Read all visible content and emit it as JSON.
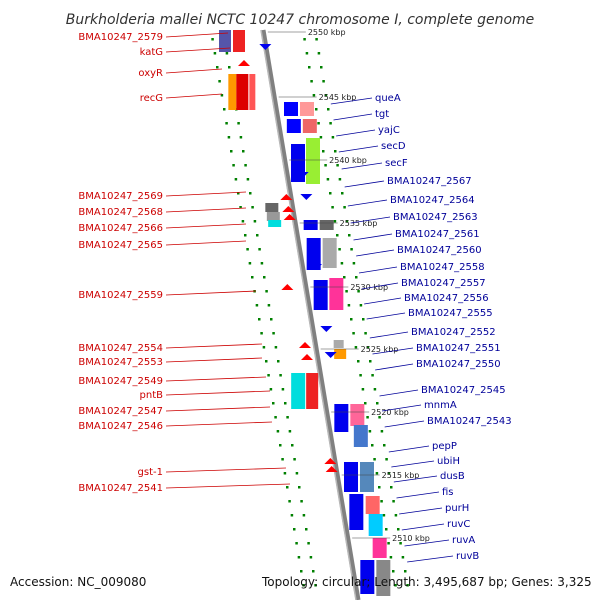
{
  "title": "Burkholderia mallei NCTC 10247 chromosome I, complete genome",
  "footer": {
    "accession": "Accession: NC_009080",
    "topology": "Topology: circular; Length: 3,495,687 bp; Genes: 3,325"
  },
  "colors": {
    "left_labels": "#cc0000",
    "right_labels": "#000099",
    "backbone": "#808080",
    "ticks": "#008000",
    "reverse_arrow": "#ff0000",
    "forward_arrow": "#0000ee"
  },
  "ruler": [
    {
      "label": "2550 kbp"
    },
    {
      "label": "2545 kbp"
    },
    {
      "label": "2540 kbp"
    },
    {
      "label": "2535 kbp"
    },
    {
      "label": "2530 kbp"
    },
    {
      "label": "2525 kbp"
    },
    {
      "label": "2520 kbp"
    },
    {
      "label": "2515 kbp"
    },
    {
      "label": "2510 kbp"
    }
  ],
  "left_genes": [
    "BMA10247_2579",
    "katG",
    "oxyR",
    "recG",
    "BMA10247_2569",
    "BMA10247_2568",
    "BMA10247_2566",
    "BMA10247_2565",
    "BMA10247_2559",
    "BMA10247_2554",
    "BMA10247_2553",
    "BMA10247_2549",
    "pntB",
    "BMA10247_2547",
    "BMA10247_2546",
    "gst-1",
    "BMA10247_2541"
  ],
  "right_genes": [
    "queA",
    "tgt",
    "yajC",
    "secD",
    "secF",
    "BMA10247_2567",
    "BMA10247_2564",
    "BMA10247_2563",
    "BMA10247_2561",
    "BMA10247_2560",
    "BMA10247_2558",
    "BMA10247_2557",
    "BMA10247_2556",
    "BMA10247_2555",
    "BMA10247_2552",
    "BMA10247_2551",
    "BMA10247_2550",
    "BMA10247_2545",
    "mnmA",
    "BMA10247_2543",
    "pepP",
    "ubiH",
    "dusB",
    "fis",
    "purH",
    "ruvC",
    "ruvA",
    "ruvB"
  ]
}
